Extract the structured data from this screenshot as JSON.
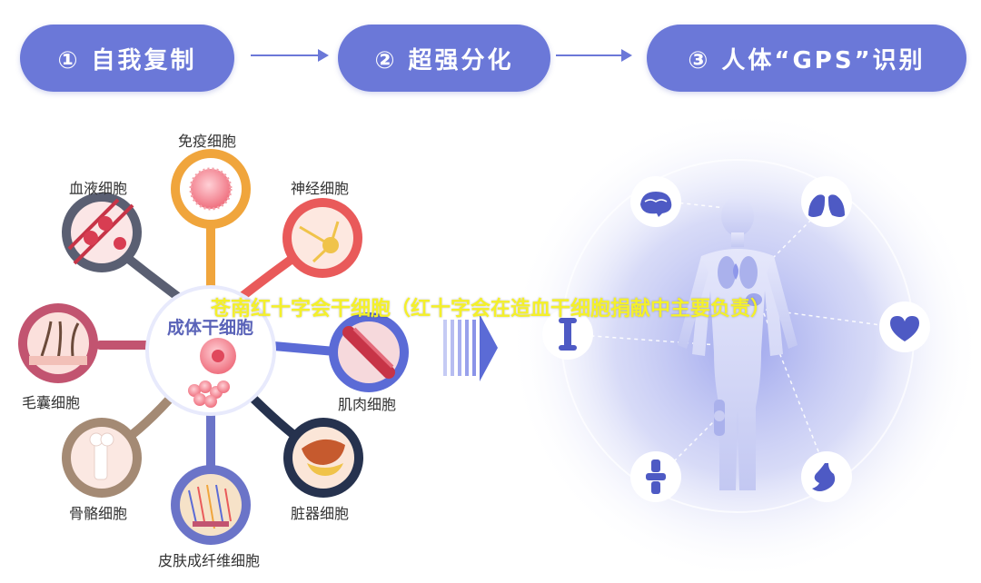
{
  "steps": [
    {
      "label": "① 自我复制"
    },
    {
      "label": "② 超强分化"
    },
    {
      "label": "③ 人体“GPS”识别"
    }
  ],
  "center": {
    "label": "成体干细胞"
  },
  "cells": [
    {
      "label": "免疫细胞",
      "color": "#f0a53c"
    },
    {
      "label": "神经细胞",
      "color": "#e95a5a"
    },
    {
      "label": "肌肉细胞",
      "color": "#5b6bd6"
    },
    {
      "label": "脏器细胞",
      "color": "#26324e"
    },
    {
      "label": "皮肤成纤维细胞",
      "color": "#6b74c8"
    },
    {
      "label": "骨骼细胞",
      "color": "#a48a74"
    },
    {
      "label": "毛囊细胞",
      "color": "#c25470"
    },
    {
      "label": "血液细胞",
      "color": "#5a5f72"
    }
  ],
  "organs": [
    {
      "name": "brain-icon"
    },
    {
      "name": "lungs-icon"
    },
    {
      "name": "heart-icon"
    },
    {
      "name": "stomach-icon"
    },
    {
      "name": "joint-icon"
    },
    {
      "name": "bone-icon"
    }
  ],
  "watermark": "苍南红十字会干细胞（红十字会在造血干细胞捐献中主要负责）",
  "colors": {
    "accent": "#6b78d8",
    "body": "#c9cdf3"
  }
}
